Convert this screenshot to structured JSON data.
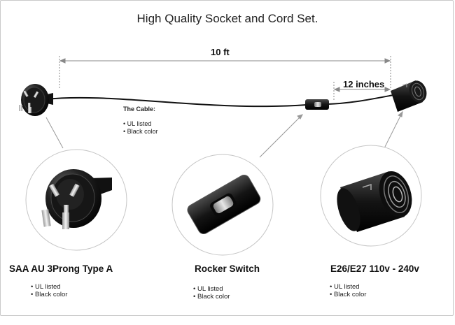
{
  "title": "High Quality Socket and Cord Set.",
  "dimensions": {
    "overall_label": "10 ft",
    "socket_lead_label": "12 inches"
  },
  "cable": {
    "heading": "The Cable:",
    "features": [
      "UL listed",
      "Black color"
    ]
  },
  "components": [
    {
      "id": "plug",
      "caption": "SAA AU 3Prong Type A",
      "features": [
        "UL listed",
        "Black color"
      ]
    },
    {
      "id": "switch",
      "caption": "Rocker Switch",
      "features": [
        "UL listed",
        "Black color"
      ]
    },
    {
      "id": "socket",
      "caption": "E26/E27 110v - 240v",
      "features": [
        "UL listed",
        "Black color"
      ]
    }
  ],
  "colors": {
    "ink": "#111111",
    "line": "#888888",
    "frame": "#c9c9c9"
  }
}
